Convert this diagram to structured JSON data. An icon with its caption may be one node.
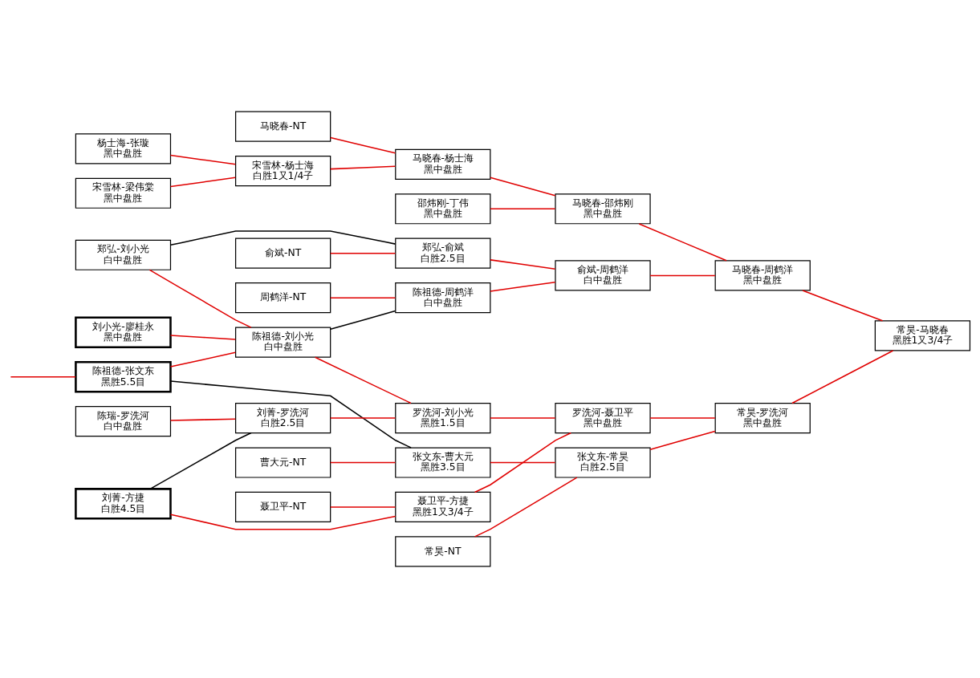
{
  "diagram": {
    "nodes": [
      {
        "text": [
          "陈祖德-张文东",
          "黑胜5.5目"
        ]
      },
      {
        "text": [
          "陈瑞-罗洗河",
          "白中盘胜"
        ]
      },
      {
        "text": [
          "刘菁-方捷",
          "白胜4.5目"
        ]
      },
      {
        "text": [
          "刘小光-廖桂永",
          "黑中盘胜"
        ]
      },
      {
        "text": [
          "杨士海-张璇",
          "黑中盘胜"
        ]
      },
      {
        "text": [
          "宋雪林-梁伟棠",
          "黑中盘胜"
        ]
      },
      {
        "text": [
          "郑弘-刘小光",
          "白中盘胜"
        ]
      },
      {
        "text": [
          "曹大元-NT"
        ]
      },
      {
        "text": [
          "刘菁-罗洗河",
          "白胜2.5目"
        ]
      },
      {
        "text": [
          "陈祖德-刘小光",
          "白中盘胜"
        ]
      },
      {
        "text": [
          "聂卫平-NT"
        ]
      },
      {
        "text": [
          "马晓春-NT"
        ]
      },
      {
        "text": [
          "宋雪林-杨士海",
          "白胜1又1/4子"
        ]
      },
      {
        "text": [
          "周鹤洋-NT"
        ]
      },
      {
        "text": [
          "俞斌-NT"
        ]
      },
      {
        "text": [
          "常昊-NT"
        ]
      },
      {
        "text": [
          "张文东-曹大元",
          "黑胜3.5目"
        ]
      },
      {
        "text": [
          "罗洗河-刘小光",
          "黑胜1.5目"
        ]
      },
      {
        "text": [
          "聂卫平-方捷",
          "黑胜1又3/4子"
        ]
      },
      {
        "text": [
          "马晓春-杨士海",
          "黑中盘胜"
        ]
      },
      {
        "text": [
          "邵炜刚-丁伟",
          "黑中盘胜"
        ]
      },
      {
        "text": [
          "陈祖德-周鹤洋",
          "白中盘胜"
        ]
      },
      {
        "text": [
          "郑弘-俞斌",
          "白胜2.5目"
        ]
      },
      {
        "text": [
          "张文东-常昊",
          "白胜2.5目"
        ]
      },
      {
        "text": [
          "罗洗河-聂卫平",
          "黑中盘胜"
        ]
      },
      {
        "text": [
          "马晓春-邵炜刚",
          "黑中盘胜"
        ]
      },
      {
        "text": [
          "俞斌-周鹤洋",
          "白中盘胜"
        ]
      },
      {
        "text": [
          "常昊-罗洗河",
          "黑中盘胜"
        ]
      },
      {
        "text": [
          "马晓春-周鹤洋",
          "黑中盘胜"
        ]
      },
      {
        "text": [
          "常昊-马晓春",
          "黑胜1又3/4子"
        ]
      }
    ],
    "edges": [
      {
        "from": null,
        "to": 0,
        "arrow": "none"
      },
      {
        "from": 0,
        "to": 16,
        "arrow": "none",
        "color": "#000000"
      },
      {
        "from": 0,
        "to": 9,
        "arrow": "none"
      },
      {
        "from": 1,
        "to": 8,
        "arrow": "none"
      },
      {
        "from": 2,
        "to": 8,
        "arrow": "none",
        "color": "#000000"
      },
      {
        "from": 2,
        "to": 18,
        "arrow": "none"
      },
      {
        "from": 3,
        "to": 9,
        "arrow": "none"
      },
      {
        "from": 4,
        "to": 12,
        "arrow": "none"
      },
      {
        "from": 5,
        "to": 12,
        "arrow": "none"
      },
      {
        "from": 6,
        "to": 9,
        "arrow": "none"
      },
      {
        "from": 6,
        "to": 22,
        "arrow": "none",
        "color": "#000000"
      },
      {
        "from": 7,
        "to": 16,
        "arrow": "none"
      },
      {
        "from": 8,
        "to": 17,
        "arrow": "none"
      },
      {
        "from": 9,
        "to": 17,
        "arrow": "none"
      },
      {
        "from": 9,
        "to": 21,
        "arrow": "none",
        "color": "#000000"
      },
      {
        "from": 10,
        "to": 18,
        "arrow": "none"
      },
      {
        "from": 11,
        "to": 19,
        "arrow": "none"
      },
      {
        "from": 12,
        "to": 19,
        "arrow": "none"
      },
      {
        "from": 13,
        "to": 21,
        "arrow": "none"
      },
      {
        "from": 14,
        "to": 22,
        "arrow": "none"
      },
      {
        "from": 15,
        "to": 23,
        "arrow": "none"
      },
      {
        "from": 16,
        "to": 23,
        "arrow": "none"
      },
      {
        "from": 17,
        "to": 24,
        "arrow": "none"
      },
      {
        "from": 18,
        "to": 24,
        "arrow": "none"
      },
      {
        "from": 19,
        "to": 25,
        "arrow": "none"
      },
      {
        "from": 20,
        "to": 25,
        "arrow": "none"
      },
      {
        "from": 21,
        "to": 26,
        "arrow": "none"
      },
      {
        "from": 22,
        "to": 26,
        "arrow": "none"
      },
      {
        "from": 23,
        "to": 27,
        "arrow": "none"
      },
      {
        "from": 24,
        "to": 27,
        "arrow": "none"
      },
      {
        "from": 25,
        "to": 28,
        "arrow": "none"
      },
      {
        "from": 26,
        "to": 28,
        "arrow": "none"
      },
      {
        "from": 27,
        "to": 29,
        "arrow": "none"
      },
      {
        "from": 28,
        "to": 29,
        "arrow": "none"
      }
    ]
  }
}
